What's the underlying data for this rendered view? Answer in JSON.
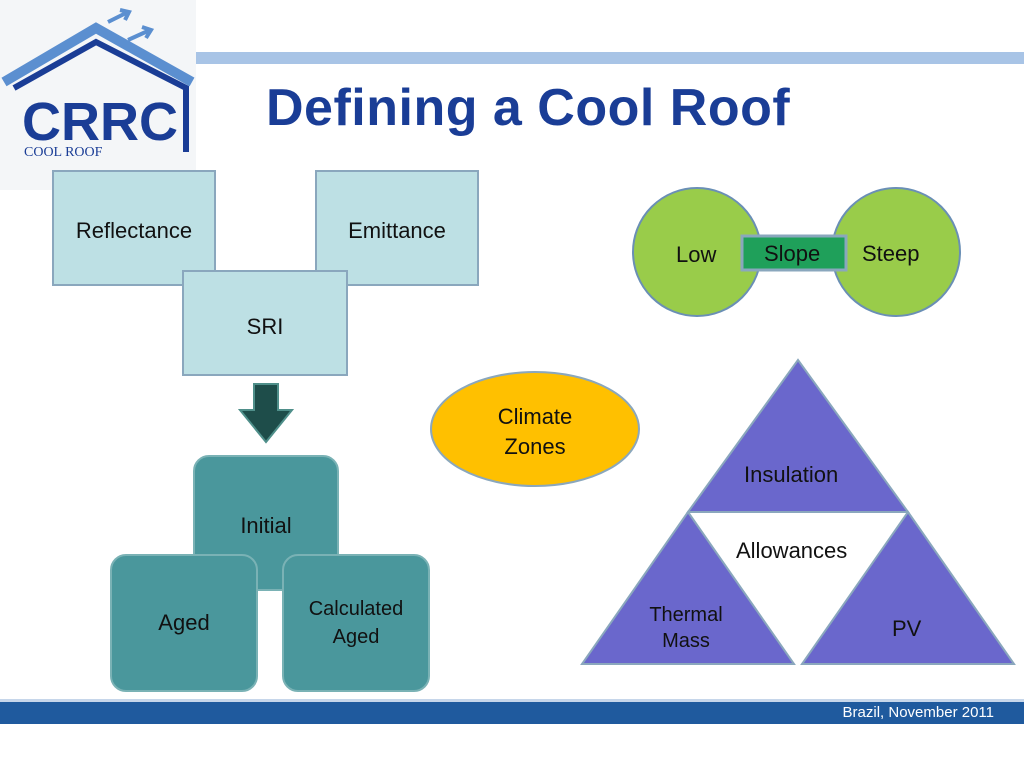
{
  "title": "Defining a Cool Roof",
  "logo": {
    "main_text": "CRRC",
    "sub_text": "COOL ROOF"
  },
  "boxes": {
    "reflectance": "Reflectance",
    "emittance": "Emittance",
    "sri": "SRI"
  },
  "stack": {
    "initial": "Initial",
    "aged": "Aged",
    "calculated_aged": [
      "Calculated",
      "Aged"
    ]
  },
  "slope": {
    "low": "Low",
    "slope": "Slope",
    "steep": "Steep"
  },
  "climate": [
    "Climate",
    "Zones"
  ],
  "triangles": {
    "insulation": "Insulation",
    "allowances": "Allowances",
    "thermal_mass": [
      "Thermal",
      "Mass"
    ],
    "pv": "PV"
  },
  "footer": "Brazil, November 2011",
  "colors": {
    "title": "#1a3d96",
    "light_box": "#bde0e4",
    "teal": "#4a979c",
    "green_circle": "#99cc4a",
    "slope_box": "#1fa05a",
    "climate": "#ffc000",
    "triangle": "#6a67cc",
    "footer_bar": "#1f5a9e"
  }
}
